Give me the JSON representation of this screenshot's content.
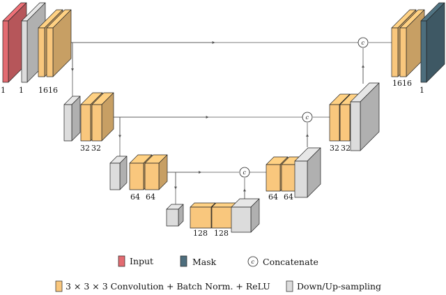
{
  "colors": {
    "input": "#e36b71",
    "mask": "#4d6e7d",
    "conv": "#f9c77d",
    "sampling": "#dcdcdc",
    "line": "#555555",
    "outline": "#222222"
  },
  "channels": {
    "input": "1",
    "mask_in": "1",
    "enc1": "1616",
    "enc2_a": "32",
    "enc2_b": "32",
    "enc3_a": "64",
    "enc3_b": "64",
    "bott_a": "128",
    "bott_b": "128",
    "dec3_a": "64",
    "dec3_b": "64",
    "dec2_a": "32",
    "dec2_b": "32",
    "dec1": "1616",
    "out": "1"
  },
  "concat_symbol": "c",
  "legend": {
    "input": "Input",
    "mask": "Mask",
    "concatenate": "Concatenate",
    "conv": "3 × 3 × 3 Convolution + Batch Norm. + ReLU",
    "sampling": "Down/Up-sampling"
  }
}
